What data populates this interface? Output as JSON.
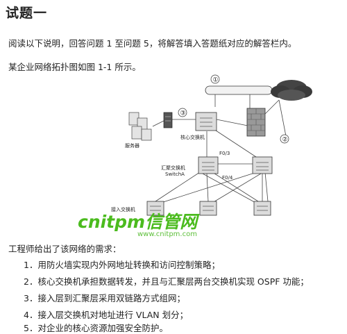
{
  "title": "试题一",
  "intro": "阅读以下说明，回答问题 1 至问题 5，将解答填入答题纸对应的解答栏内。",
  "topology_intro": "某企业网络拓扑图如图 1-1 所示。",
  "diagram": {
    "callouts": [
      "①",
      "②",
      "③"
    ],
    "labels": {
      "servers": "服务器",
      "core_switch": "核心交换机",
      "aggregation_switch": "汇聚交换机",
      "switch_a": "SwitchA",
      "port_f0_3": "F0/3",
      "port_f0_4": "F0/4",
      "access_switch": "接入交换机"
    }
  },
  "watermark": {
    "brand": "cnitpm信管网",
    "url": "www.cnitpm.com"
  },
  "requirements_intro": "工程师给出了该网络的需求：",
  "requirements": [
    "1．用防火墙实现内外网地址转换和访问控制策略；",
    "2．核心交换机承担数据转发，并且与汇聚层两台交换机实现 OSPF 功能；",
    "3．接入层到汇聚层采用双链路方式组网；",
    "4．接入层交换机对地址进行 VLAN 划分；",
    "5．对企业的核心资源加强安全防护。"
  ]
}
